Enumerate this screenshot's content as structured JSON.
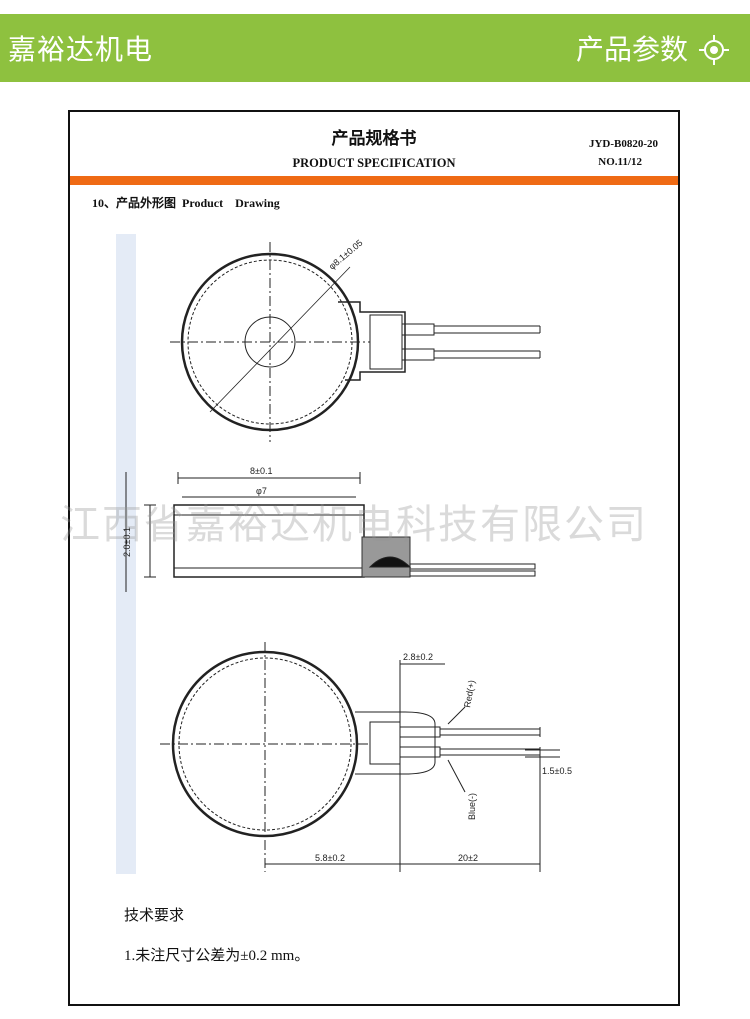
{
  "header": {
    "brand": "嘉裕达机电",
    "section_title": "产品参数",
    "bar_color": "#8ec13f"
  },
  "spec_sheet": {
    "title_cn": "产品规格书",
    "title_en": "PRODUCT SPECIFICATION",
    "doc_code": "JYD-B0820-20",
    "doc_no": "NO.11/12",
    "section_heading": "10、产品外形图  Product    Drawing",
    "accent_color": "#ef6a14"
  },
  "drawing": {
    "top_view_dim": "φ8.1±0.05",
    "outer_width": "8±0.1",
    "inner_diameter": "φ7",
    "height": "2.0±0.1",
    "lead_offset": "2.8±0.2",
    "red_lead": "Red(+)",
    "blue_lead": "Blue(-)",
    "wire_end": "1.5±0.5",
    "body_to_lead": "5.8±0.2",
    "lead_length": "20±2"
  },
  "watermark": "江西省嘉裕达机电科技有限公司",
  "requirements": {
    "title": "技术要求",
    "items": [
      "1.未注尺寸公差为±0.2 mm。"
    ]
  }
}
